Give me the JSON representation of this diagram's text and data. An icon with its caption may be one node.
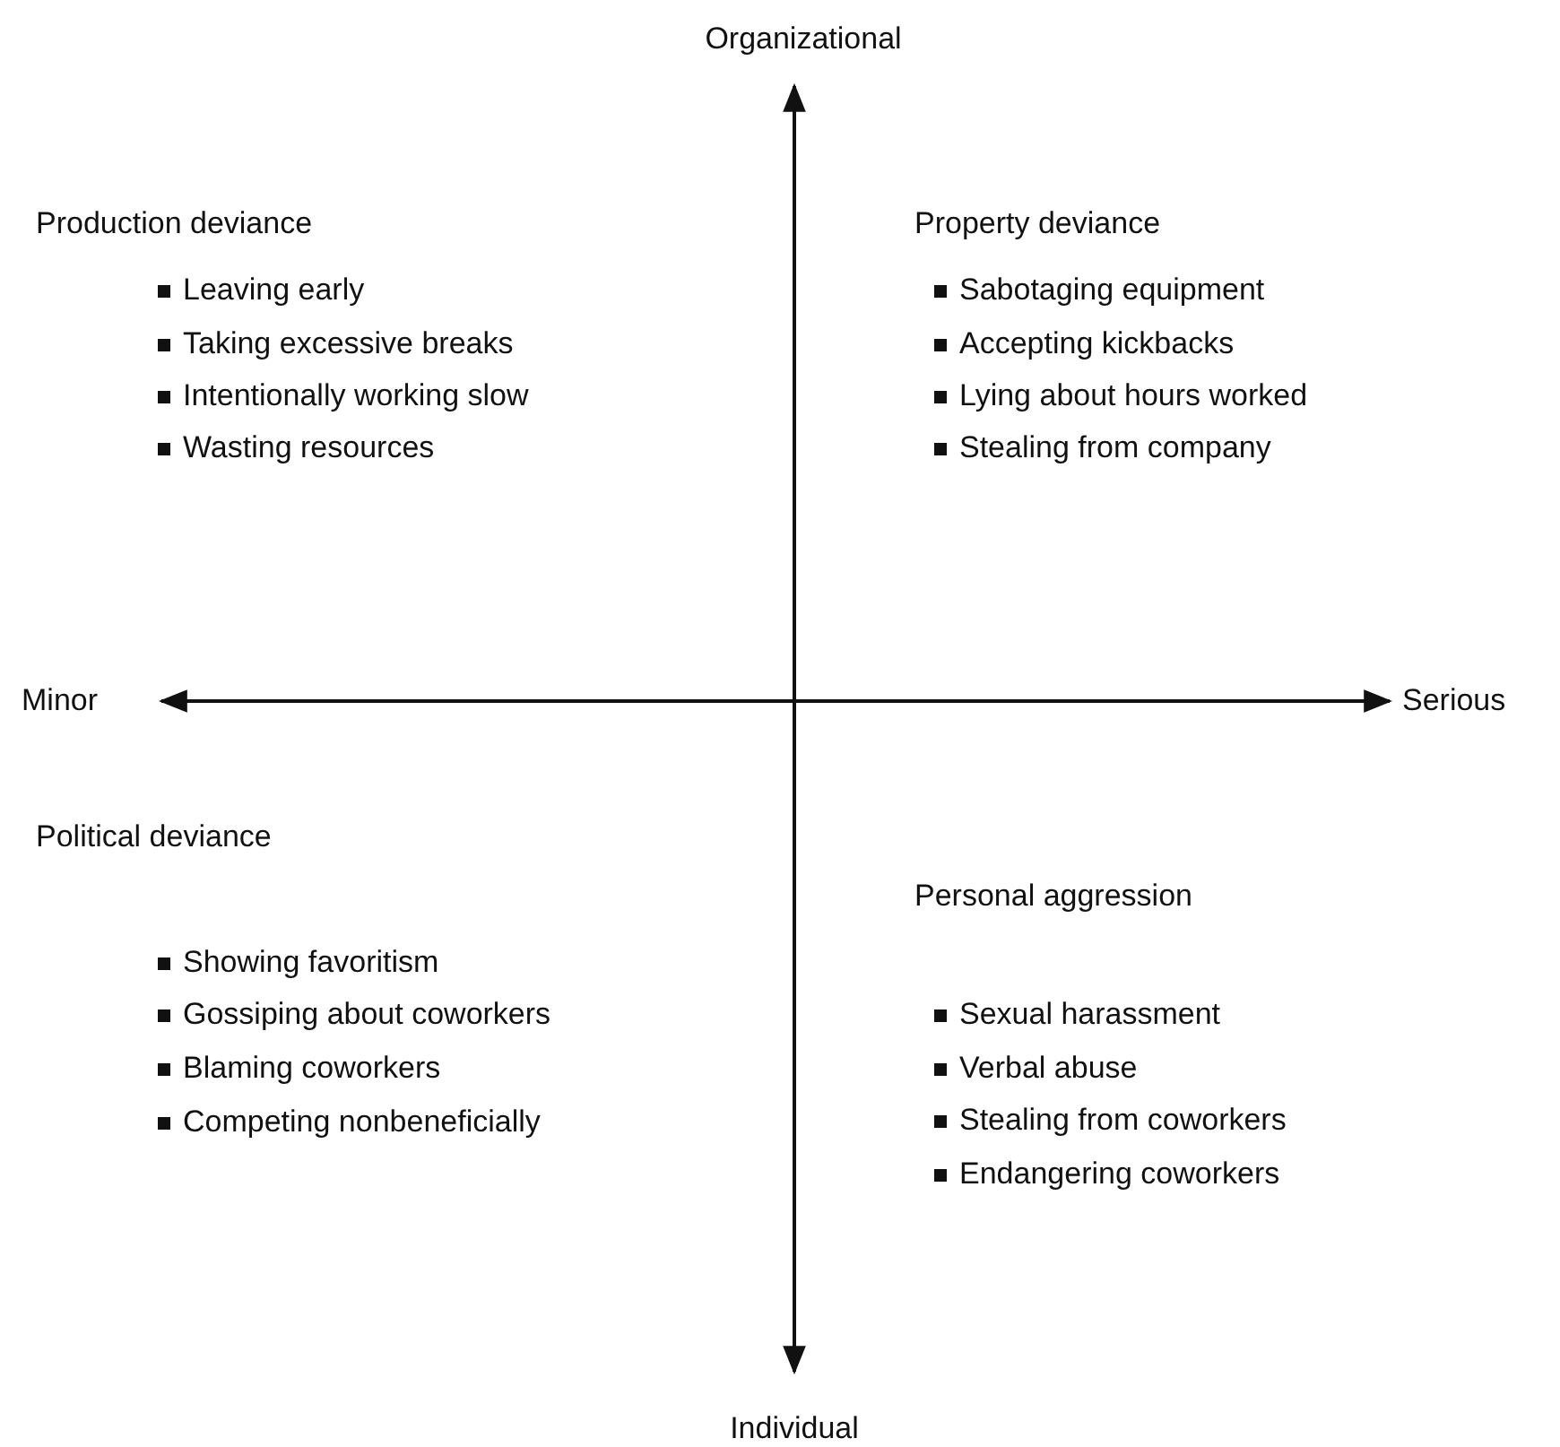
{
  "diagram": {
    "labels": [
      "Organizational",
      "Production deviance",
      "Leaving early",
      "Taking excessive breaks",
      "Intentionally working slow",
      "Wasting resources",
      "Property deviance",
      "Sabotaging equipment",
      "Accepting kickbacks",
      "Lying about hours worked",
      "Stealing from company",
      "Minor",
      "Serious",
      "Political deviance",
      "Showing favoritism",
      "Gossiping about coworkers",
      "Blaming coworkers",
      "Competing nonbeneficially",
      "Personal aggression",
      "Sexual harassment",
      "Verbal abuse",
      "Stealing from coworkers",
      "Endangering coworkers",
      "Individual"
    ]
  }
}
